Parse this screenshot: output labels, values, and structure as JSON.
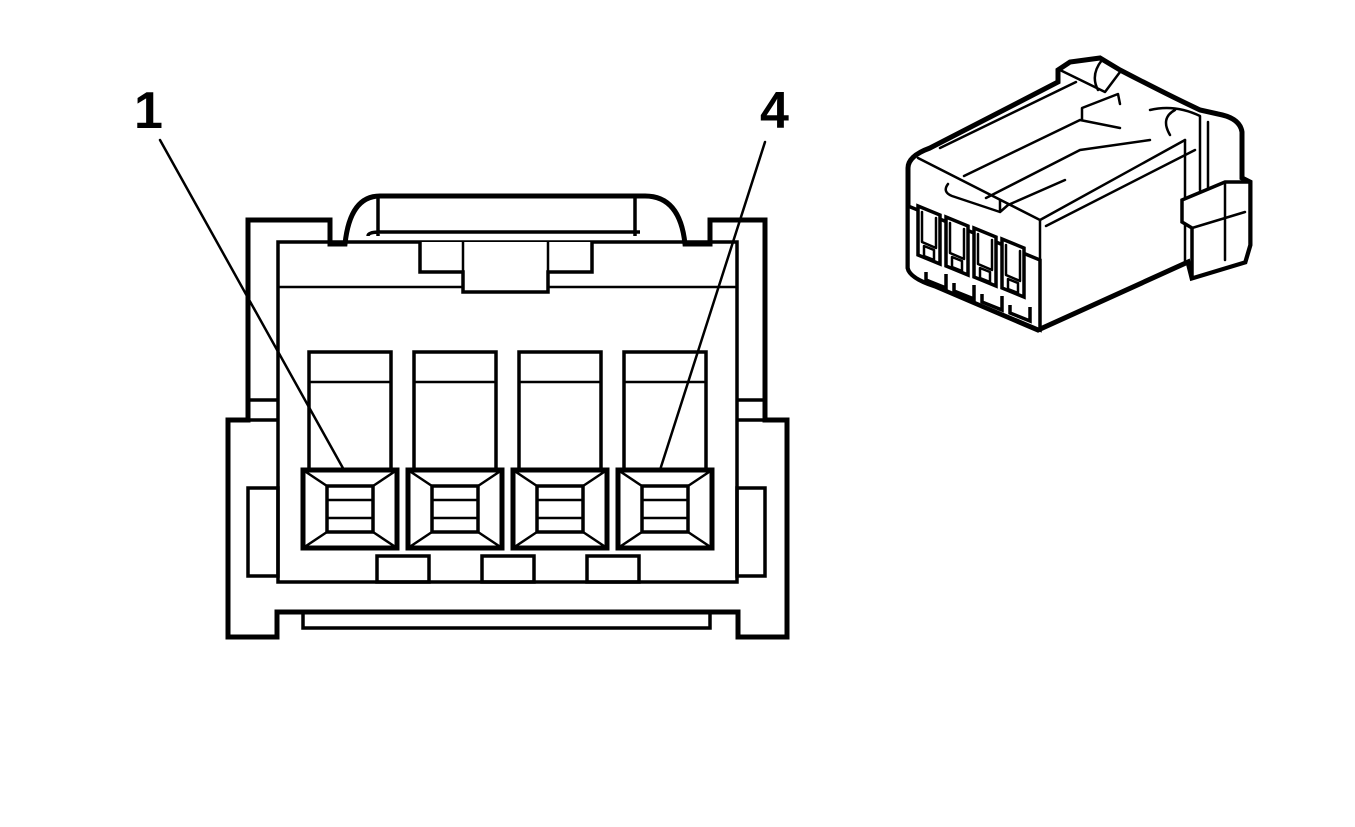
{
  "diagram": {
    "callouts": [
      {
        "id": "pin-1",
        "label": "1"
      },
      {
        "id": "pin-4",
        "label": "4"
      }
    ],
    "terminal_cavities": 4,
    "line_color": "#000000",
    "background_color": "#ffffff"
  }
}
